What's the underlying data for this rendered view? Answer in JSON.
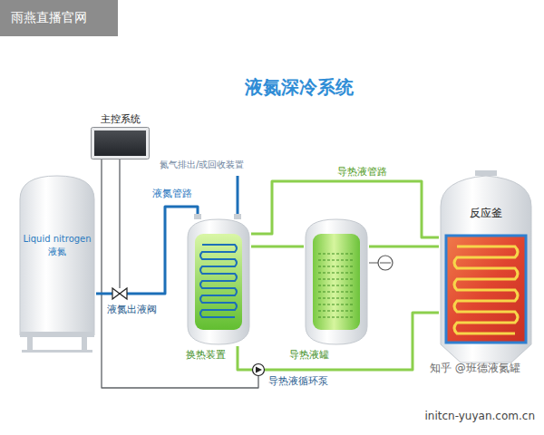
{
  "diagram": {
    "title": "液氮深冷系统",
    "nodes": [
      {
        "text": [
          "主控系统"
        ]
      },
      {
        "text": [
          "Liquid nitrogen",
          "液氮"
        ]
      },
      {
        "text": [
          "液氮出液阀"
        ]
      },
      {
        "text": [
          "换热装置"
        ]
      },
      {
        "text": [
          "导热液罐"
        ]
      },
      {
        "text": [
          "反应釜"
        ]
      },
      {
        "text": [
          "导热液循环泵"
        ]
      }
    ],
    "edges": [
      {
        "from": 0,
        "to": 2,
        "arrow": "none"
      },
      {
        "from": 0,
        "to": 6,
        "arrow": "none"
      },
      {
        "from": 1,
        "to": 2,
        "arrow": "none"
      },
      {
        "from": 2,
        "to": 3,
        "label": "液氮管路",
        "arrow": "none"
      },
      {
        "from": 3,
        "to": 4,
        "arrow": "none"
      },
      {
        "from": 3,
        "to": 5,
        "label": "导热液管路",
        "arrow": "none"
      },
      {
        "from": 4,
        "to": 5,
        "arrow": "none"
      },
      {
        "from": 5,
        "to": 6,
        "arrow": "none"
      },
      {
        "from": 3,
        "to": 6,
        "arrow": "none"
      }
    ],
    "labels": [
      "雨燕直播官网",
      "氮气排出/或回收装置",
      "知乎 @班德液氮罐",
      "initcn-yuyan.com.cn"
    ]
  }
}
